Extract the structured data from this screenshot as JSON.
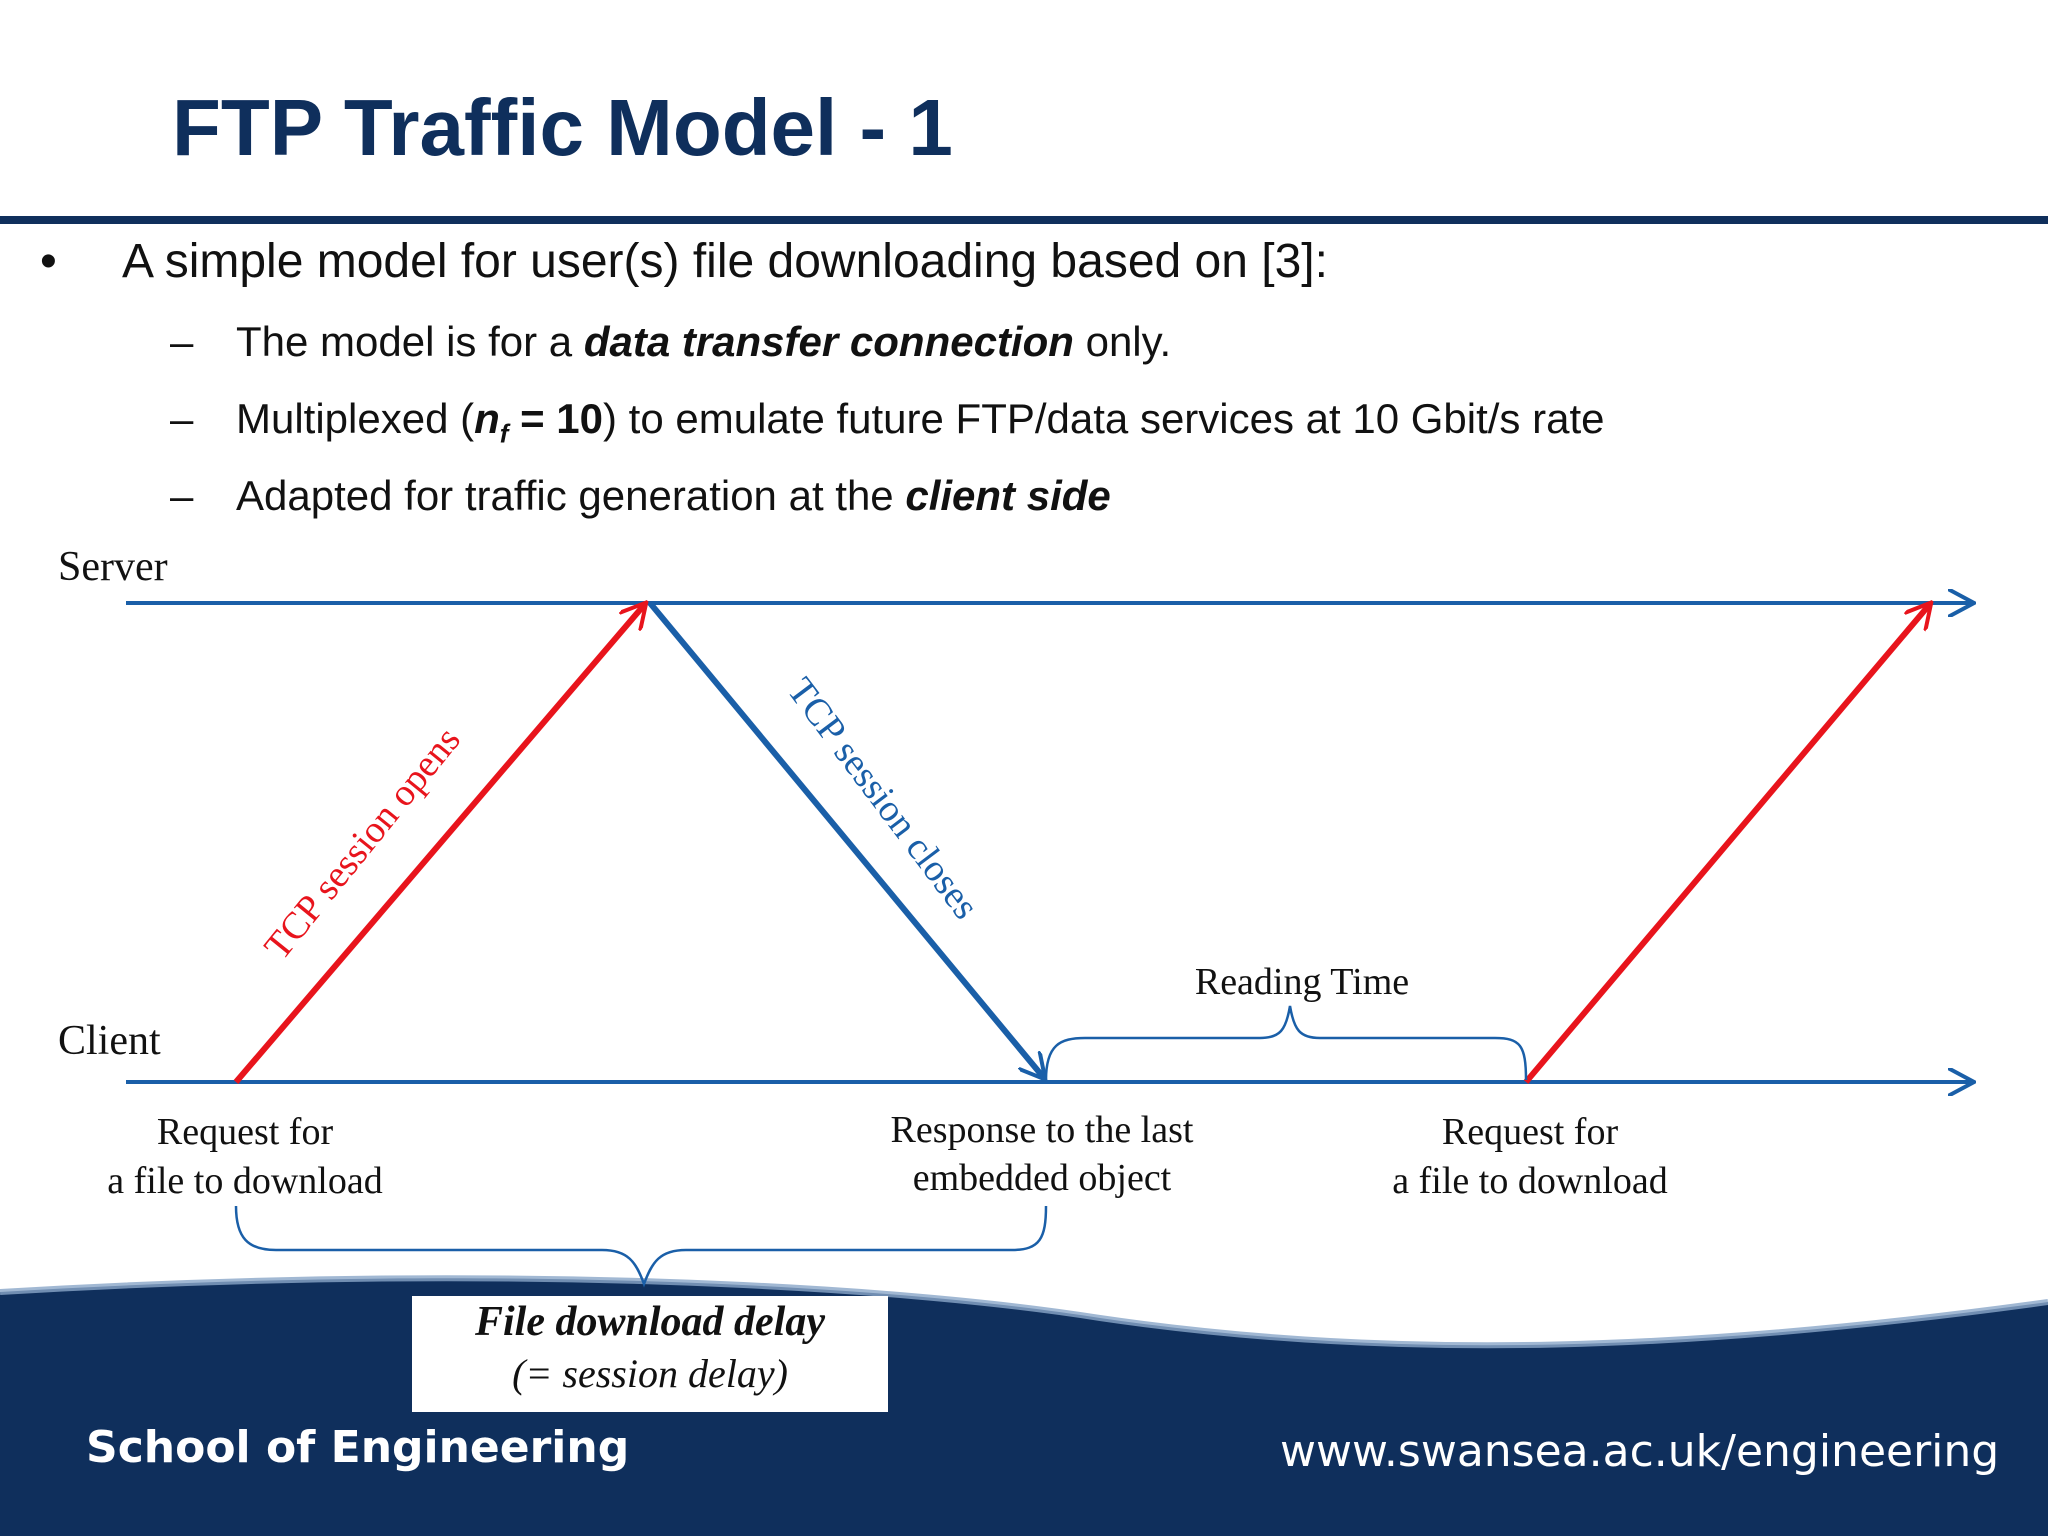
{
  "slide": {
    "title": "FTP Traffic Model - 1"
  },
  "bullets": {
    "main_marker": "•",
    "main_text": "A simple model for user(s) file downloading based on [3]:",
    "sub_marker": "–",
    "sub1_pre": "The model is for a ",
    "sub1_em": "data transfer connection",
    "sub1_post": " only.",
    "sub2_pre": "Multiplexed (",
    "sub2_var": "n",
    "sub2_subscript": "f",
    "sub2_eq": " = 10",
    "sub2_post": ") to emulate future FTP/data services at 10 Gbit/s rate",
    "sub3_pre": "Adapted for traffic generation at the ",
    "sub3_em": "client side"
  },
  "diagram": {
    "server_label": "Server",
    "client_label": "Client",
    "opens_label": "TCP session opens",
    "closes_label": "TCP session closes",
    "reading_time_label": "Reading Time",
    "request1_line1": "Request for",
    "request1_line2": "a file to download",
    "response_line1": "Response to the last",
    "response_line2": "embedded object",
    "request2_line1": "Request for",
    "request2_line2": "a file to download",
    "delay_line1": "File download delay",
    "delay_line2": "(= session delay)",
    "colors": {
      "timeline": "#1a5fa8",
      "request_arrow": "#e8141c",
      "closes_arrow": "#1a5fa8"
    }
  },
  "footer": {
    "school": "School of Engineering",
    "url": "www.swansea.ac.uk/engineering",
    "background": "#0f2f5c"
  }
}
